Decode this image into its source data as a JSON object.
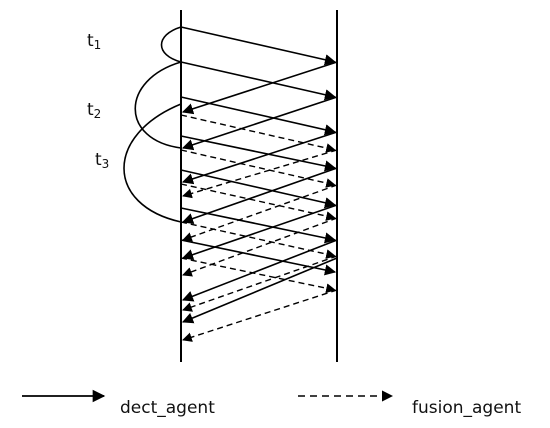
{
  "time_labels": {
    "t1_base": "t",
    "t1_sub": "1",
    "t2_base": "t",
    "t2_sub": "2",
    "t3_base": "t",
    "t3_sub": "3"
  },
  "legend": {
    "solid_label": "dect_agent",
    "dashed_label": "fusion_agent"
  },
  "colors": {
    "stroke": "#000000"
  }
}
